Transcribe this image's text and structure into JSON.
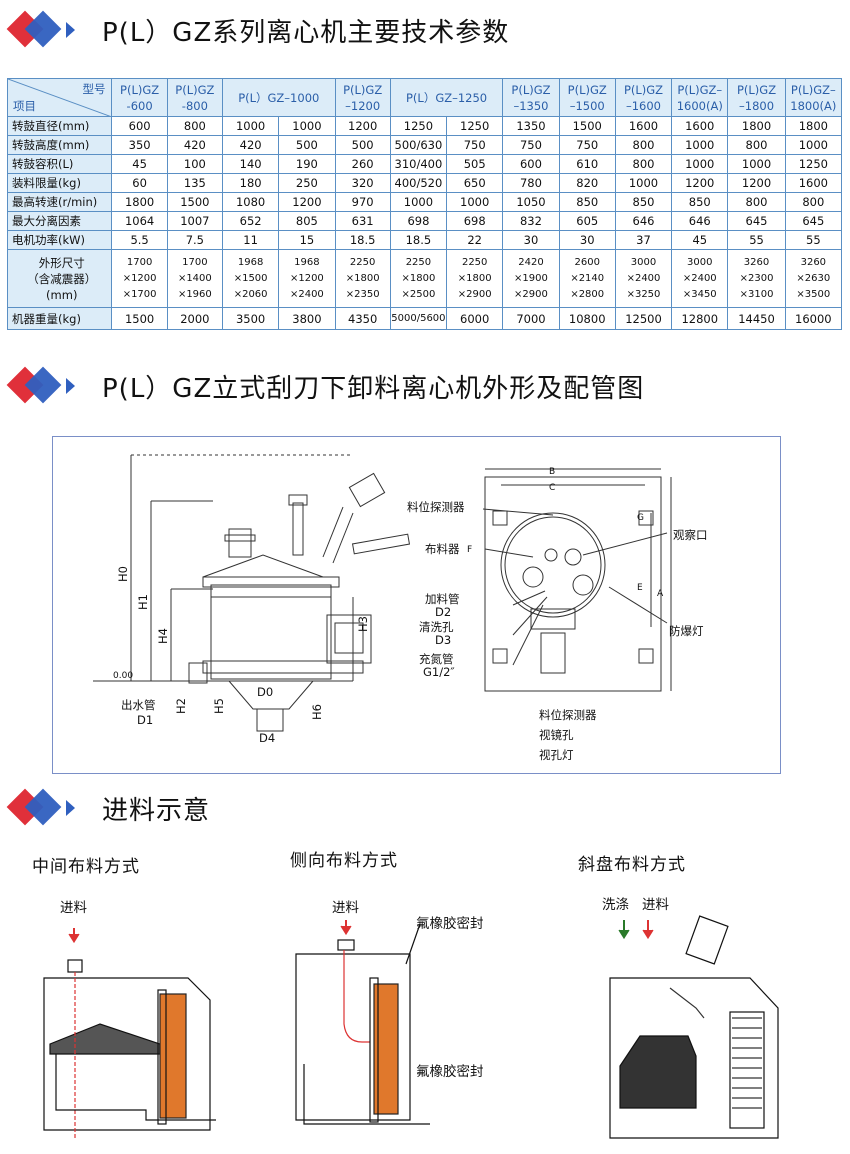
{
  "sections": {
    "s1": "P(L）GZ系列离心机主要技术参数",
    "s2": "P(L）GZ立式刮刀下卸料离心机外形及配管图",
    "s3": "进料示意"
  },
  "table": {
    "corner_top": "型号",
    "corner_bottom": "项目",
    "models": [
      "P(L)GZ\n-600",
      "P(L)GZ\n-800",
      "P(L）GZ–1000",
      "P(L)GZ\n–1200",
      "P(L）GZ–1250",
      "P(L)GZ\n–1350",
      "P(L)GZ\n–1500",
      "P(L)GZ\n–1600",
      "P(L)GZ–\n1600(A)",
      "P(L)GZ\n–1800",
      "P(L)GZ–\n1800(A)"
    ],
    "rows": [
      {
        "label": "转鼓直径(mm)",
        "values": [
          "600",
          "800",
          "1000",
          "1000",
          "1200",
          "1250",
          "1250",
          "1350",
          "1500",
          "1600",
          "1600",
          "1800",
          "1800"
        ]
      },
      {
        "label": "转鼓高度(mm)",
        "values": [
          "350",
          "420",
          "420",
          "500",
          "500",
          "500/630",
          "750",
          "750",
          "750",
          "800",
          "1000",
          "800",
          "1000"
        ]
      },
      {
        "label": "转鼓容积(L)",
        "values": [
          "45",
          "100",
          "140",
          "190",
          "260",
          "310/400",
          "505",
          "600",
          "610",
          "800",
          "1000",
          "1000",
          "1250"
        ]
      },
      {
        "label": "装料限量(kg)",
        "values": [
          "60",
          "135",
          "180",
          "250",
          "320",
          "400/520",
          "650",
          "780",
          "820",
          "1000",
          "1200",
          "1200",
          "1600"
        ]
      },
      {
        "label": "最高转速(r/min)",
        "values": [
          "1800",
          "1500",
          "1080",
          "1200",
          "970",
          "1000",
          "1000",
          "1050",
          "850",
          "850",
          "850",
          "800",
          "800"
        ]
      },
      {
        "label": "最大分离因素",
        "values": [
          "1064",
          "1007",
          "652",
          "805",
          "631",
          "698",
          "698",
          "832",
          "605",
          "646",
          "646",
          "645",
          "645"
        ]
      },
      {
        "label": "电机功率(kW)",
        "values": [
          "5.5",
          "7.5",
          "11",
          "15",
          "18.5",
          "18.5",
          "22",
          "30",
          "30",
          "37",
          "45",
          "55",
          "55"
        ]
      },
      {
        "label": "外形尺寸\n（含减震器）\n(mm)",
        "values": [
          "1700\n×1200\n×1700",
          "1700\n×1400\n×1960",
          "1968\n×1500\n×2060",
          "1968\n×1200\n×2400",
          "2250\n×1800\n×2350",
          "2250\n×1800\n×2500",
          "2250\n×1800\n×2900",
          "2420\n×1900\n×2900",
          "2600\n×2140\n×2800",
          "3000\n×2400\n×3250",
          "3000\n×2400\n×3450",
          "3260\n×2300\n×3100",
          "3260\n×2630\n×3500"
        ]
      },
      {
        "label": "机器重量(kg)",
        "values": [
          "1500",
          "2000",
          "3500",
          "3800",
          "4350",
          "5000/5600",
          "6000",
          "7000",
          "10800",
          "12500",
          "12800",
          "14450",
          "16000"
        ]
      }
    ]
  },
  "drawing": {
    "dims": [
      "H0",
      "H1",
      "H4",
      "H3",
      "H2",
      "H5",
      "H6",
      "D0",
      "D4",
      "0.00"
    ],
    "left_labels": {
      "outlet": "出水管",
      "outlet_d": "D1"
    },
    "plan_dims": [
      "B",
      "C",
      "G",
      "F",
      "E",
      "A"
    ],
    "plan_labels": {
      "level_probe": "料位探测器",
      "distributor": "布料器",
      "feed_pipe": "加料管",
      "d2": "D2",
      "wash_hole": "清洗孔",
      "d3": "D3",
      "nitrogen": "充氮管",
      "g12": "G1/2″",
      "view_port": "观察口",
      "explosion_lamp": "防爆灯",
      "bottom1": "料位探测器",
      "bottom2": "视镜孔",
      "bottom3": "视孔灯"
    }
  },
  "feed": {
    "center": {
      "title": "中间布料方式",
      "feed": "进料"
    },
    "side": {
      "title": "侧向布料方式",
      "feed": "进料",
      "seal_top": "氟橡胶密封",
      "seal_bottom": "氟橡胶密封"
    },
    "incline": {
      "title": "斜盘布料方式",
      "wash": "洗涤",
      "feed": "进料"
    }
  }
}
